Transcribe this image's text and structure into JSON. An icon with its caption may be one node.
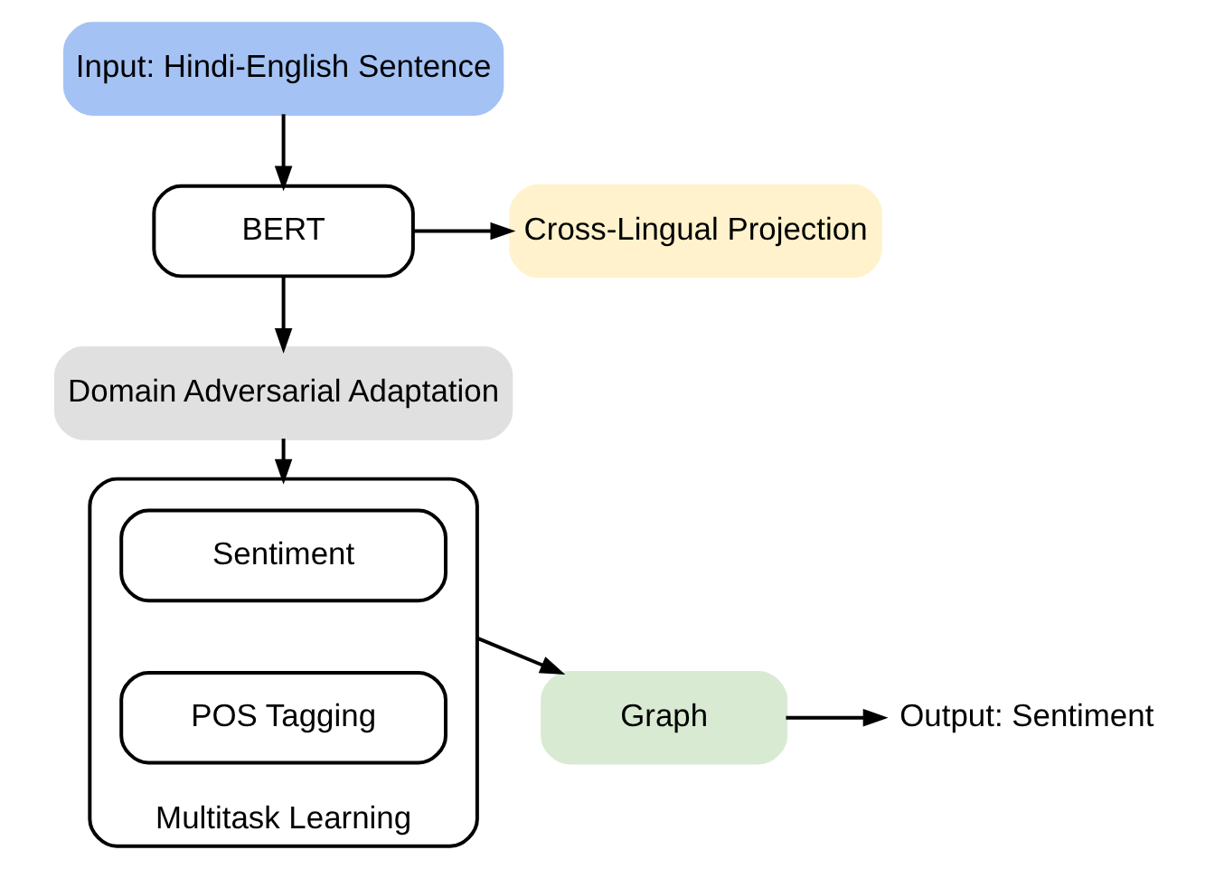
{
  "diagram": {
    "nodes": [
      {
        "text": [
          "Input: Hindi-English Sentence"
        ]
      },
      {
        "text": [
          "BERT"
        ]
      },
      {
        "text": [
          "Cross-Lingual Projection"
        ]
      },
      {
        "text": [
          "Domain Adversarial Adaptation"
        ]
      },
      {
        "text": [
          "Multitask Learning"
        ]
      },
      {
        "text": [
          "Sentiment"
        ],
        "in": 4
      },
      {
        "text": [
          "POS Tagging"
        ],
        "in": 4
      },
      {
        "text": [
          "Graph"
        ]
      },
      {
        "text": [
          "Output: Sentiment"
        ]
      }
    ],
    "edges": [
      {
        "from": 0,
        "to": 1,
        "arrow": "to"
      },
      {
        "from": 1,
        "to": 2,
        "arrow": "to"
      },
      {
        "from": 1,
        "to": 3,
        "arrow": "to"
      },
      {
        "from": 3,
        "to": 4,
        "arrow": "to"
      },
      {
        "from": 4,
        "to": 7,
        "arrow": "to"
      },
      {
        "from": 7,
        "to": 8,
        "arrow": "to"
      }
    ]
  }
}
